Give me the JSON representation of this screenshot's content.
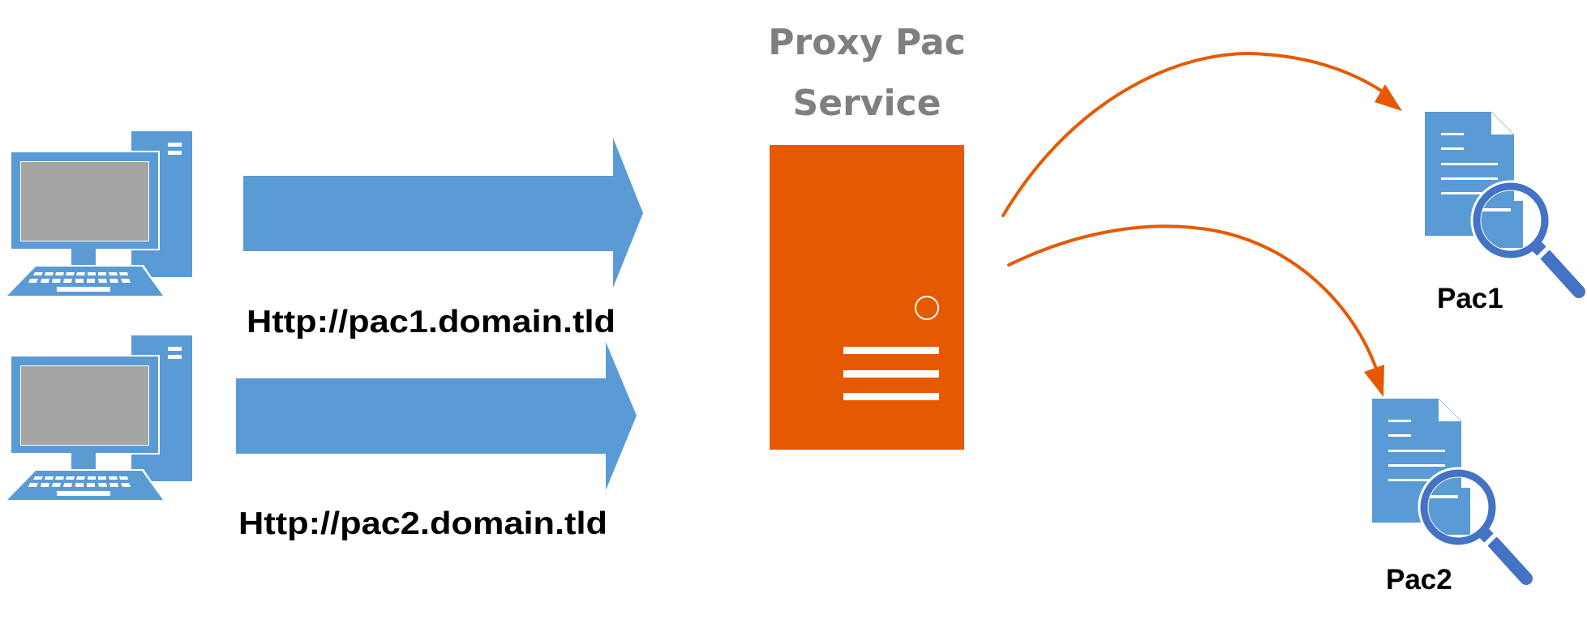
{
  "title": {
    "line1": "Proxy Pac",
    "line2": "Service"
  },
  "clients": [
    {
      "name": "Client computer 1",
      "icon": "desktop-computer-icon"
    },
    {
      "name": "Client computer 2",
      "icon": "desktop-computer-icon"
    }
  ],
  "requests": [
    {
      "url": "Http://pac1.domain.tld"
    },
    {
      "url": "Http://pac2.domain.tld"
    }
  ],
  "server": {
    "icon": "server-icon"
  },
  "pac_files": [
    {
      "label": "Pac1",
      "icon": "document-search-icon"
    },
    {
      "label": "Pac2",
      "icon": "document-search-icon"
    }
  ],
  "colors": {
    "blue": "#5b9bd5",
    "orange": "#e55a00",
    "gray_screen": "#a5a5a5",
    "title_gray": "#7f7f7f",
    "magnifier": "#4472c4"
  }
}
